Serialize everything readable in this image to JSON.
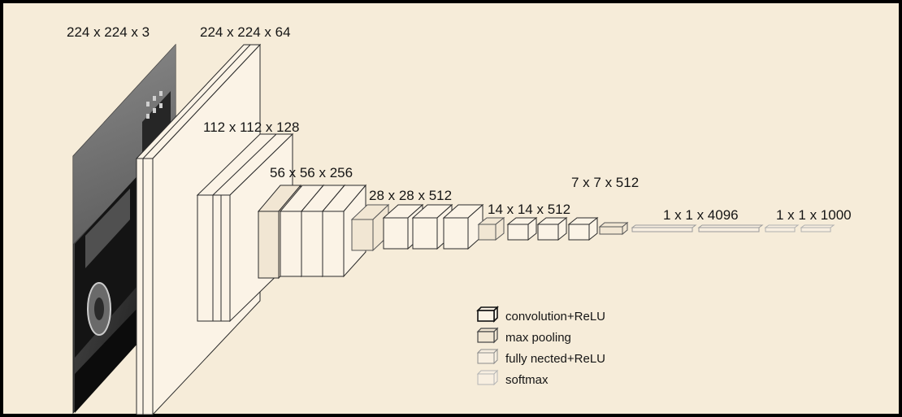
{
  "colors": {
    "background": "#f6ecd9",
    "conv_face": "#fbf3e6",
    "pool_face": "#f1e6d3",
    "fc_face": "#f8efe1",
    "edge_dark": "#2a2a2a",
    "edge_light": "#8c8c8c"
  },
  "labels": {
    "input": "224 x 224 x 3",
    "conv1": "224 x 224 x 64",
    "conv2": "112 x 112 x 128",
    "conv3": "56 x 56 x 256",
    "conv4": "28 x 28 x 512",
    "conv5": "14 x 14 x 512",
    "pool5": "7 x 7 x 512",
    "fc": "1 x 1 x 4096",
    "softmax": "1 x 1 x 1000"
  },
  "legend": {
    "conv": "convolution+ReLU",
    "pool": "max pooling",
    "fc": "fully nected+ReLU",
    "softmax": "softmax"
  },
  "input_image": {
    "icon": "car-photo-icon"
  }
}
